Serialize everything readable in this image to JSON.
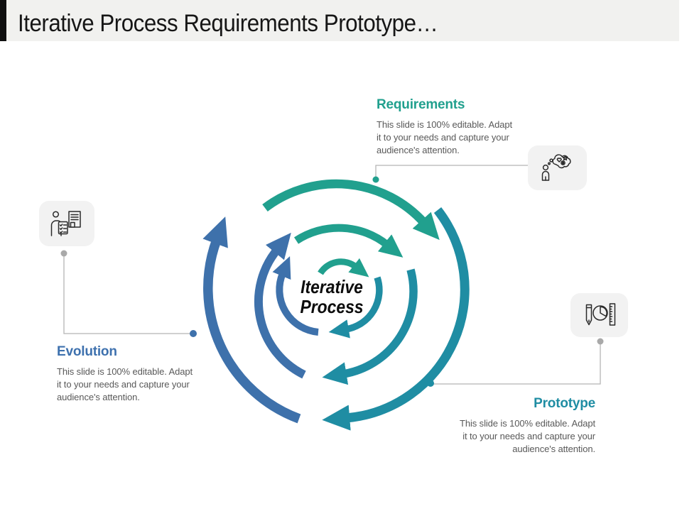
{
  "slide": {
    "title": "Iterative Process Requirements Prototype…",
    "center_label": "Iterative\nProcess"
  },
  "sections": {
    "requirements": {
      "heading": "Requirements",
      "body": "This slide is 100% editable. Adapt\nit to your needs and capture your\naudience's attention.",
      "icon": "person-thought-bubble-icon"
    },
    "evolution": {
      "heading": "Evolution",
      "body": "This slide is 100% editable. Adapt\nit to your needs and capture your\naudience's attention.",
      "icon": "person-checklist-document-icon"
    },
    "prototype": {
      "heading": "Prototype",
      "body": "This slide is 100% editable. Adapt\nit to your needs and capture your\naudience's attention.",
      "icon": "pencil-piechart-ruler-icon"
    }
  },
  "colors": {
    "green": "#21a08e",
    "teal": "#1f8da3",
    "blue": "#3e71ab",
    "gray_dot": "#a9a9a9",
    "connector": "#b5b5b5",
    "title_accent": "#0f0f0f",
    "title_band": "#f1f1ef",
    "body_text": "#595959",
    "icon_box": "#f2f2f2"
  }
}
